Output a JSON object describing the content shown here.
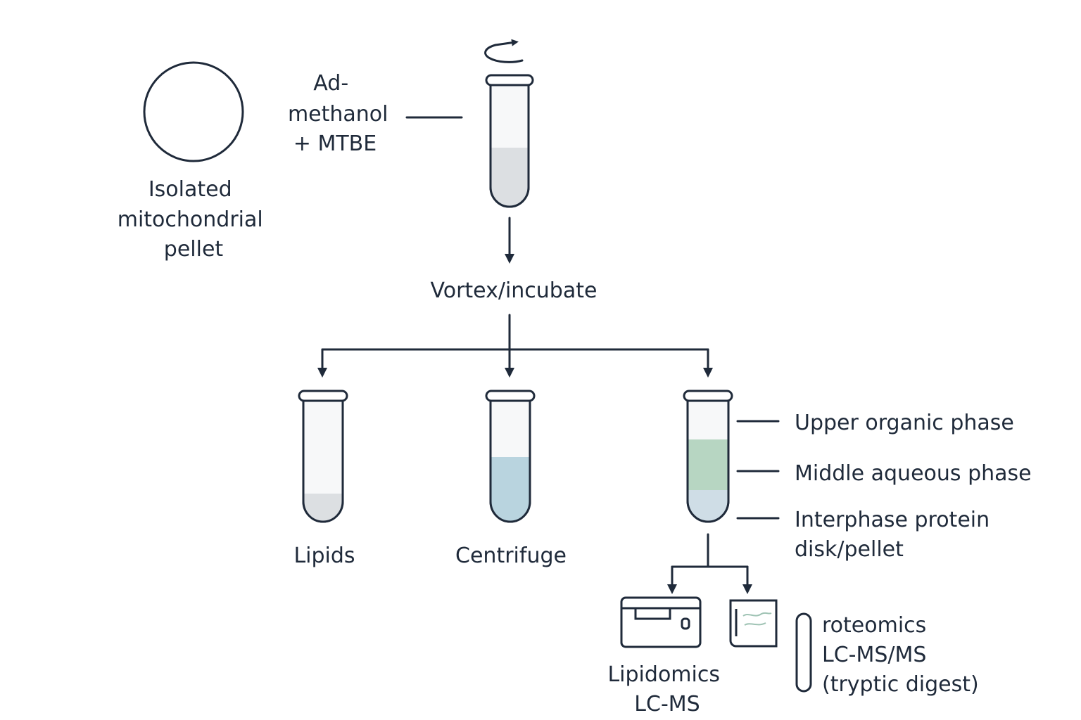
{
  "labels": {
    "pellet": [
      "Isolated",
      "mitochondrial",
      "pellet"
    ],
    "solvent": [
      "Ad-",
      "methanol",
      "+ MTBE"
    ],
    "vortex": "Vortex/incubate",
    "lipids": "Lipids",
    "centrifuge": "Centrifuge",
    "upper_phase": "Upper organic phase",
    "middle_phase": "Middle aqueous phase",
    "interphase": [
      "Interphase protein",
      "disk/pellet"
    ],
    "lipidomics": [
      "Lipidomics",
      "LC-MS"
    ],
    "proteomics": [
      "roteomics",
      "LC-MS/MS",
      "(tryptic digest)"
    ]
  },
  "colors": {
    "ink": "#1f2a3a",
    "pellet_fill": "#dcdfe2",
    "blue_liquid": "#b9d4df",
    "green_phase": "#b7d6c2",
    "bottom_phase": "#cfdde6"
  }
}
